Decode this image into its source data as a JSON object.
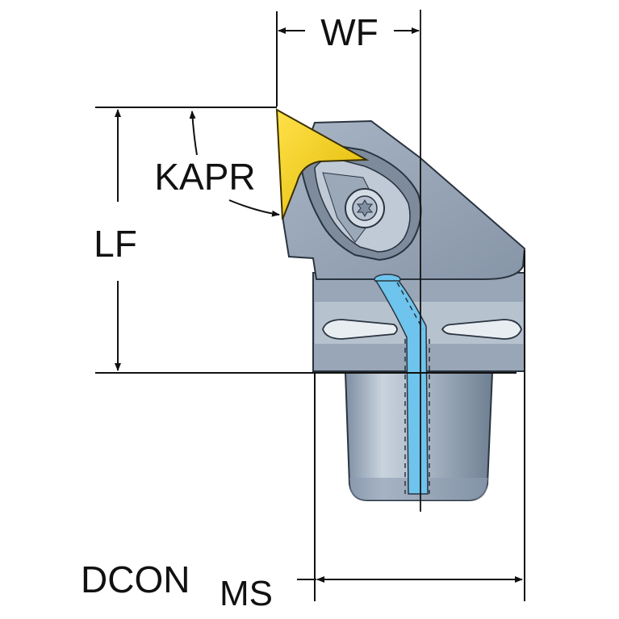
{
  "dimensions": {
    "wf": "WF",
    "kapr": "KAPR",
    "lf": "LF",
    "dcon_main": "DCON",
    "dcon_sub": "MS"
  },
  "colors": {
    "background": "#ffffff",
    "body": "#9aa8b8",
    "body_dark": "#6d7d90",
    "body_light": "#c4ced9",
    "insert": "#f3cf00",
    "coolant": "#6ec4ec",
    "line": "#111111"
  },
  "icons": [
    "torx-screw-icon",
    "insert-icon",
    "coolant-channel-icon",
    "clamp-slot-icon"
  ]
}
